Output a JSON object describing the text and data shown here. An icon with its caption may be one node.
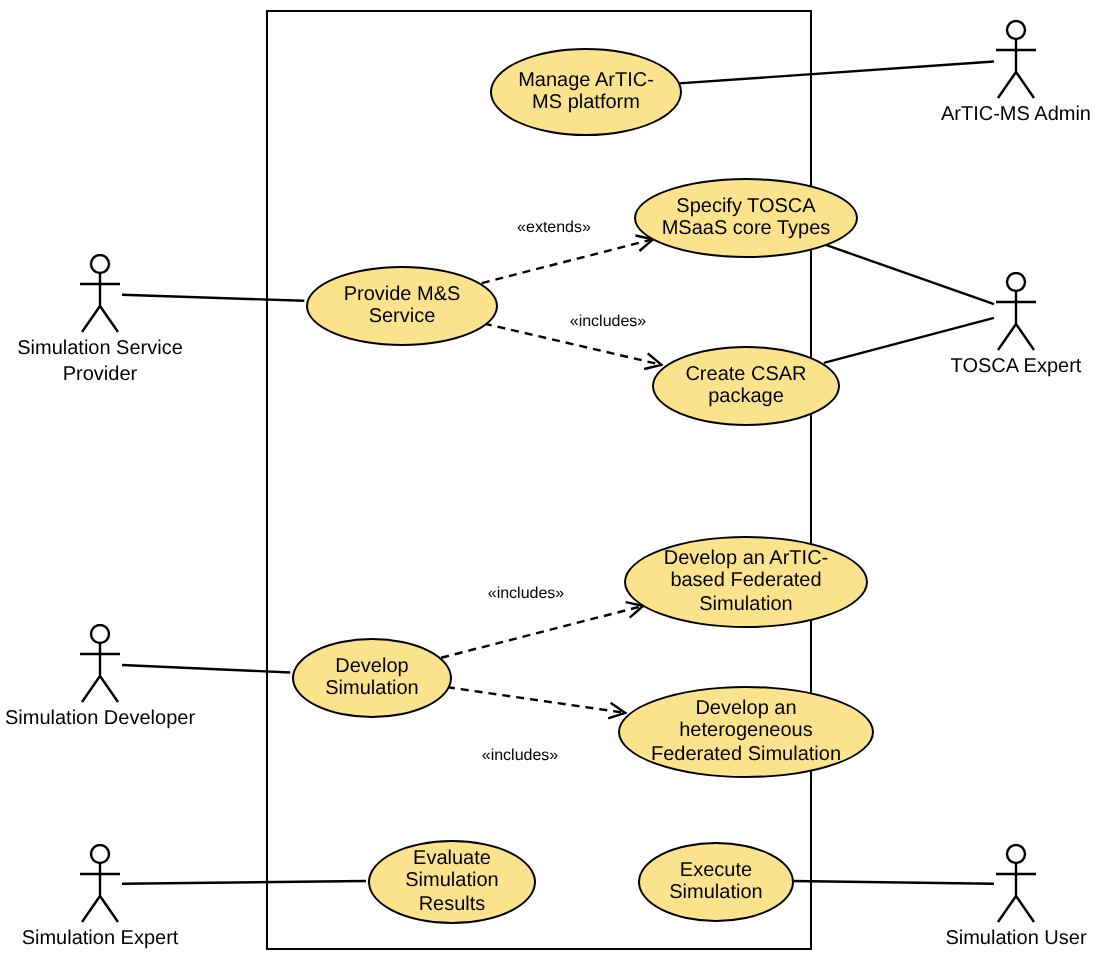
{
  "diagram": {
    "nodes": [
      {
        "text": [],
        "shape": "box"
      },
      {
        "text": [
          "Manage ArTIC-MS platform"
        ],
        "in": 0
      },
      {
        "text": [
          "ArTIC-MS Admin"
        ]
      },
      {
        "text": [
          "Simulation Service Provider"
        ]
      },
      {
        "text": [
          "Specify TOSCA MSaaS core Types"
        ],
        "in": 0
      },
      {
        "text": [
          "Provide M&S Service"
        ],
        "in": 0
      },
      {
        "text": [
          "TOSCA Expert"
        ]
      },
      {
        "text": [
          "Create CSAR package"
        ],
        "in": 0
      },
      {
        "text": [
          "Simulation Developer"
        ]
      },
      {
        "text": [
          "Develop an ArTIC-based Federated Simulation"
        ],
        "in": 0
      },
      {
        "text": [
          "Develop Simulation"
        ],
        "in": 0
      },
      {
        "text": [
          "Develop an heterogeneous Federated Simulation"
        ],
        "in": 0
      },
      {
        "text": [
          "Simulation Expert"
        ]
      },
      {
        "text": [
          "Evaluate Simulation Results"
        ],
        "in": 0
      },
      {
        "text": [
          "Execute Simulation"
        ],
        "in": 0
      },
      {
        "text": [
          "Simulation User"
        ]
      }
    ],
    "edges": [
      {
        "from": 1,
        "to": 2,
        "arrow": "none"
      },
      {
        "from": 3,
        "to": 5,
        "arrow": "none"
      },
      {
        "from": 5,
        "to": 4,
        "arrow": "to",
        "label": "«extends»",
        "style": "dashed"
      },
      {
        "from": 5,
        "to": 7,
        "arrow": "to",
        "label": "«includes»",
        "style": "dashed"
      },
      {
        "from": 4,
        "to": 6,
        "arrow": "none"
      },
      {
        "from": 7,
        "to": 6,
        "arrow": "none"
      },
      {
        "from": 8,
        "to": 10,
        "arrow": "none"
      },
      {
        "from": 10,
        "to": 9,
        "arrow": "to",
        "label": "«includes»",
        "style": "dashed"
      },
      {
        "from": 10,
        "to": 11,
        "arrow": "to",
        "label": "«includes»",
        "style": "dashed"
      },
      {
        "from": 12,
        "to": 13,
        "arrow": "none"
      },
      {
        "from": 14,
        "to": 15,
        "arrow": "none"
      }
    ]
  }
}
